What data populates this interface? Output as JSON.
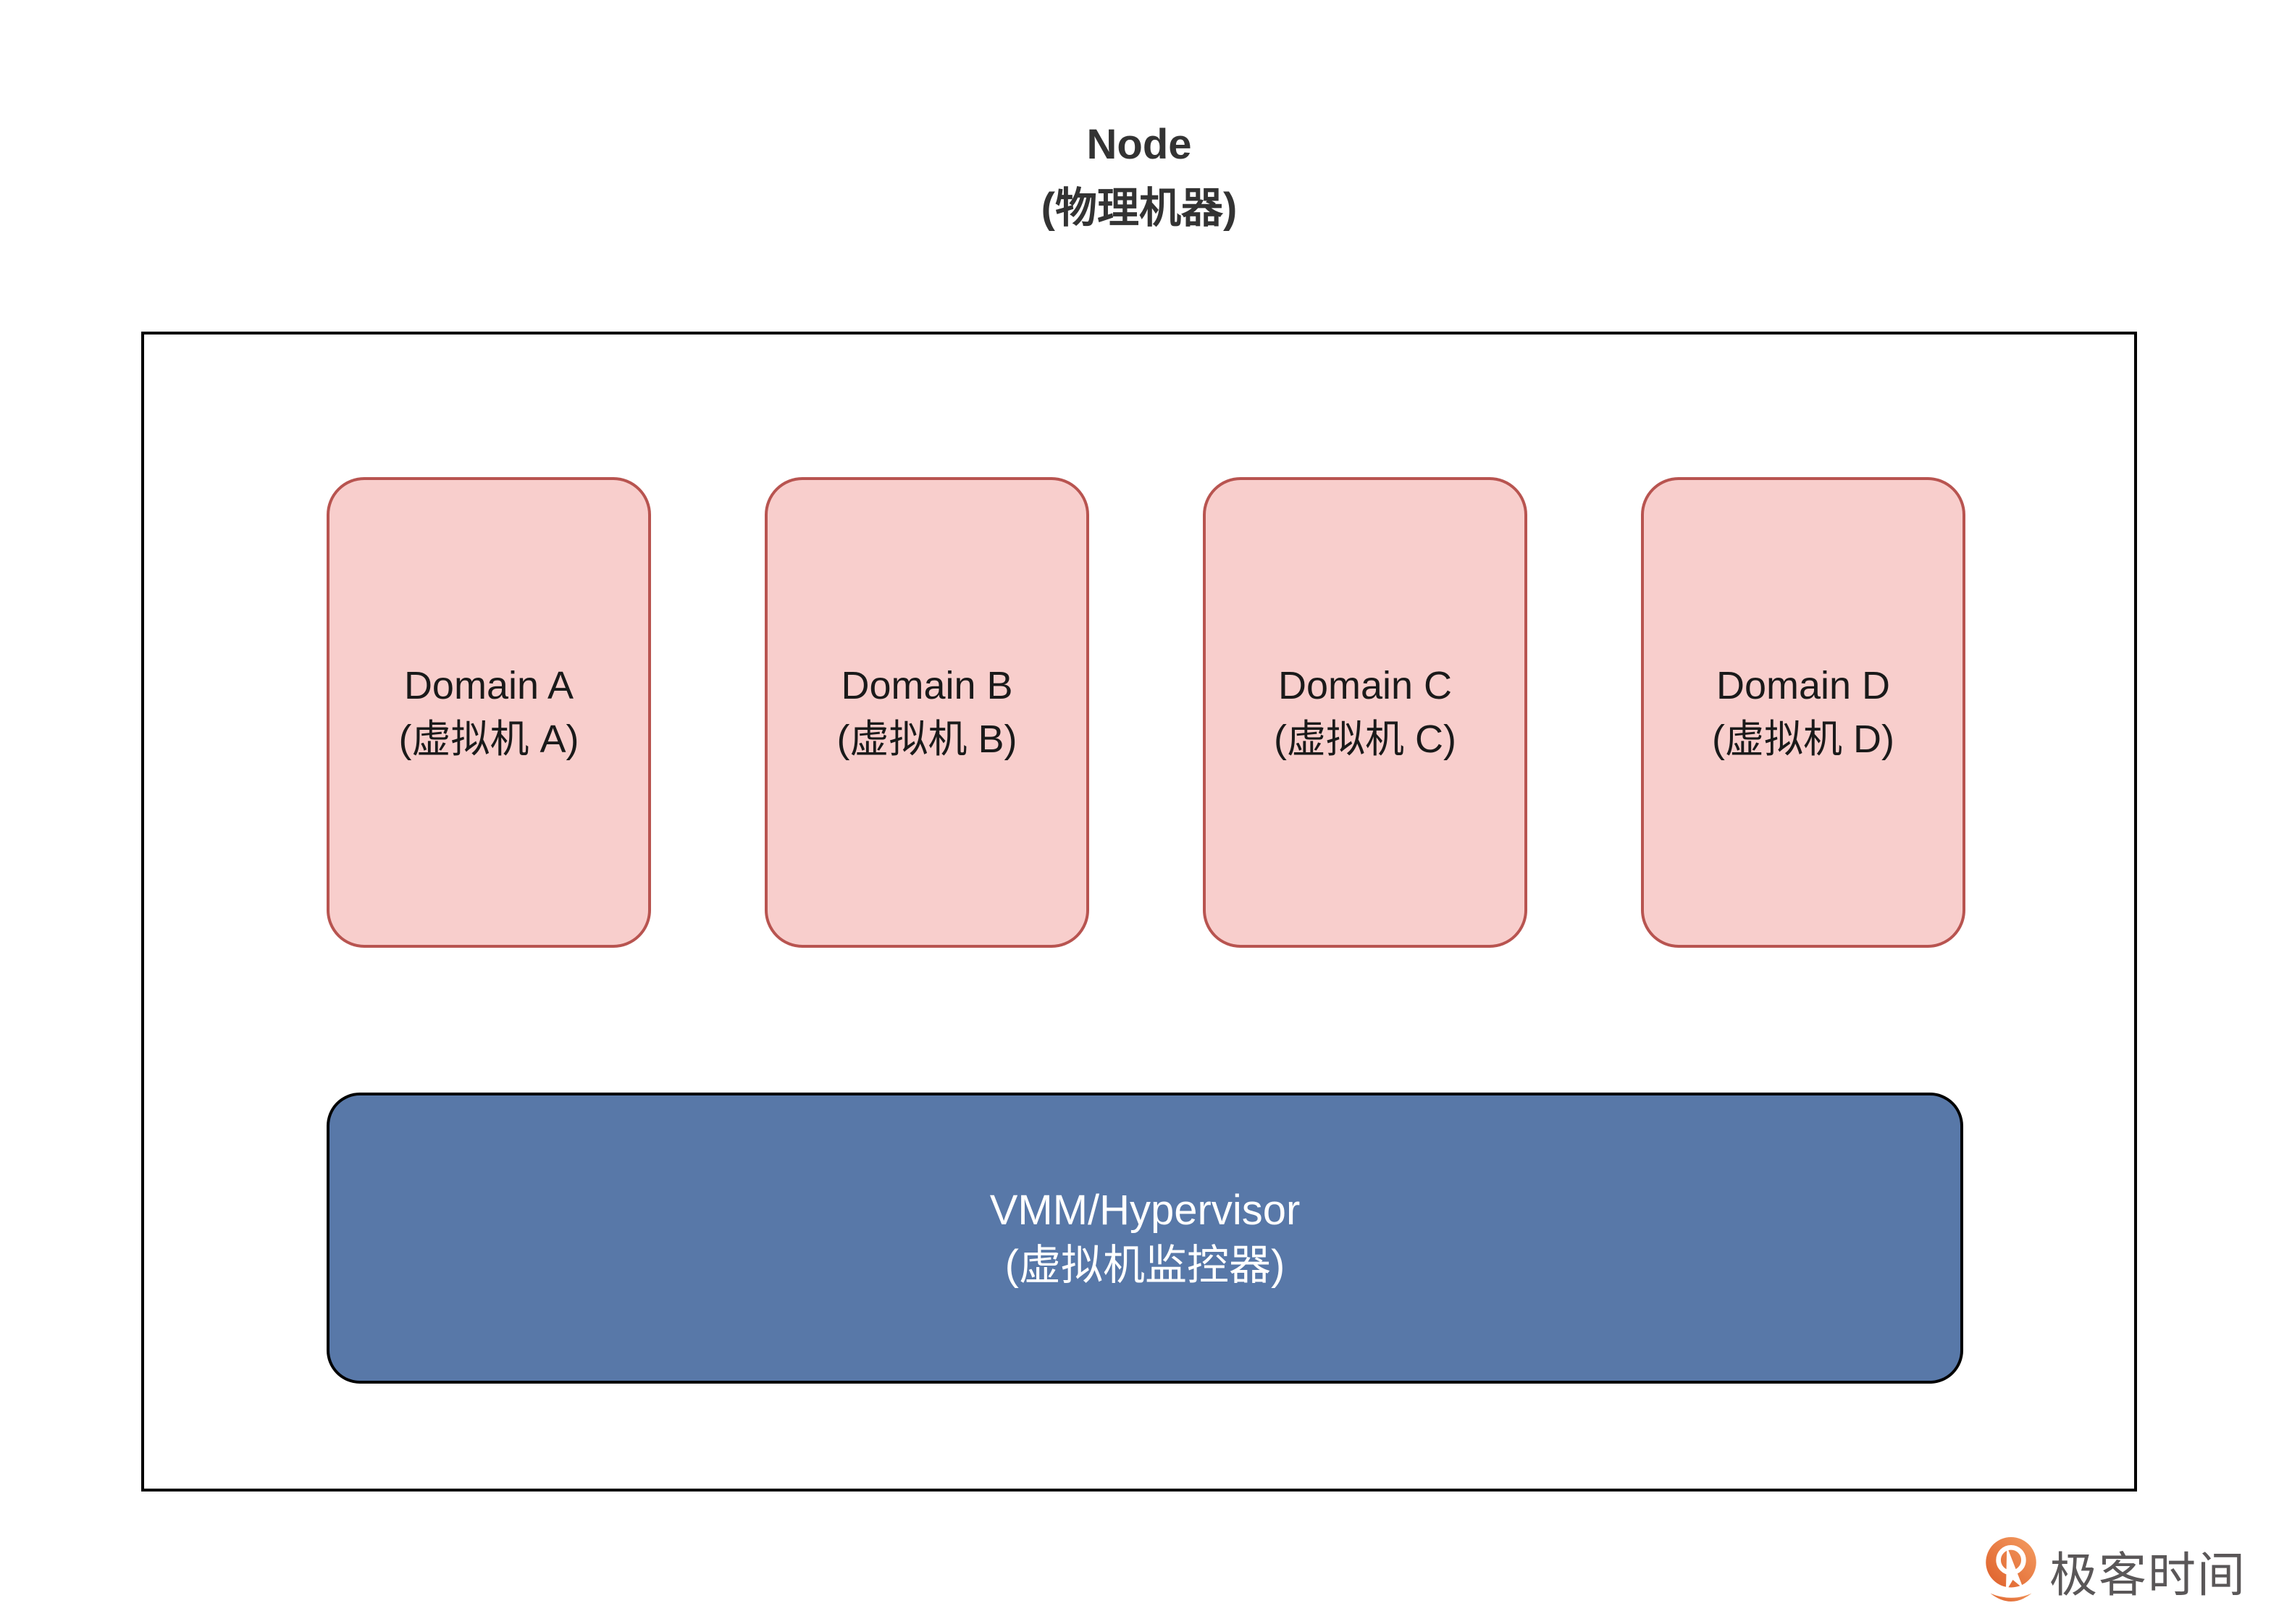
{
  "title": {
    "line1": "Node",
    "line2": "(物理机器)"
  },
  "node_box": {
    "description": "outer physical machine boundary"
  },
  "domains": [
    {
      "label": "Domain A",
      "sublabel": "(虚拟机 A)"
    },
    {
      "label": "Domain B",
      "sublabel": "(虚拟机 B)"
    },
    {
      "label": "Domain C",
      "sublabel": "(虚拟机 C)"
    },
    {
      "label": "Domain D",
      "sublabel": "(虚拟机 D)"
    }
  ],
  "hypervisor": {
    "label": "VMM/Hypervisor",
    "sublabel": "(虚拟机监控器)"
  },
  "logo": {
    "text": "极客时间",
    "icon": "geektime-pin-icon"
  },
  "colors": {
    "domain_fill": "#f8cecc",
    "domain_stroke": "#b85450",
    "hypervisor_fill": "#5878a8",
    "hypervisor_stroke": "#000000",
    "node_stroke": "#000000",
    "title_text": "#333333",
    "domain_text": "#1a1a1a",
    "hypervisor_text": "#ffffff",
    "logo_orange_dark": "#de5f2a",
    "logo_orange_light": "#f49d62",
    "logo_text_color": "#5a5758"
  }
}
